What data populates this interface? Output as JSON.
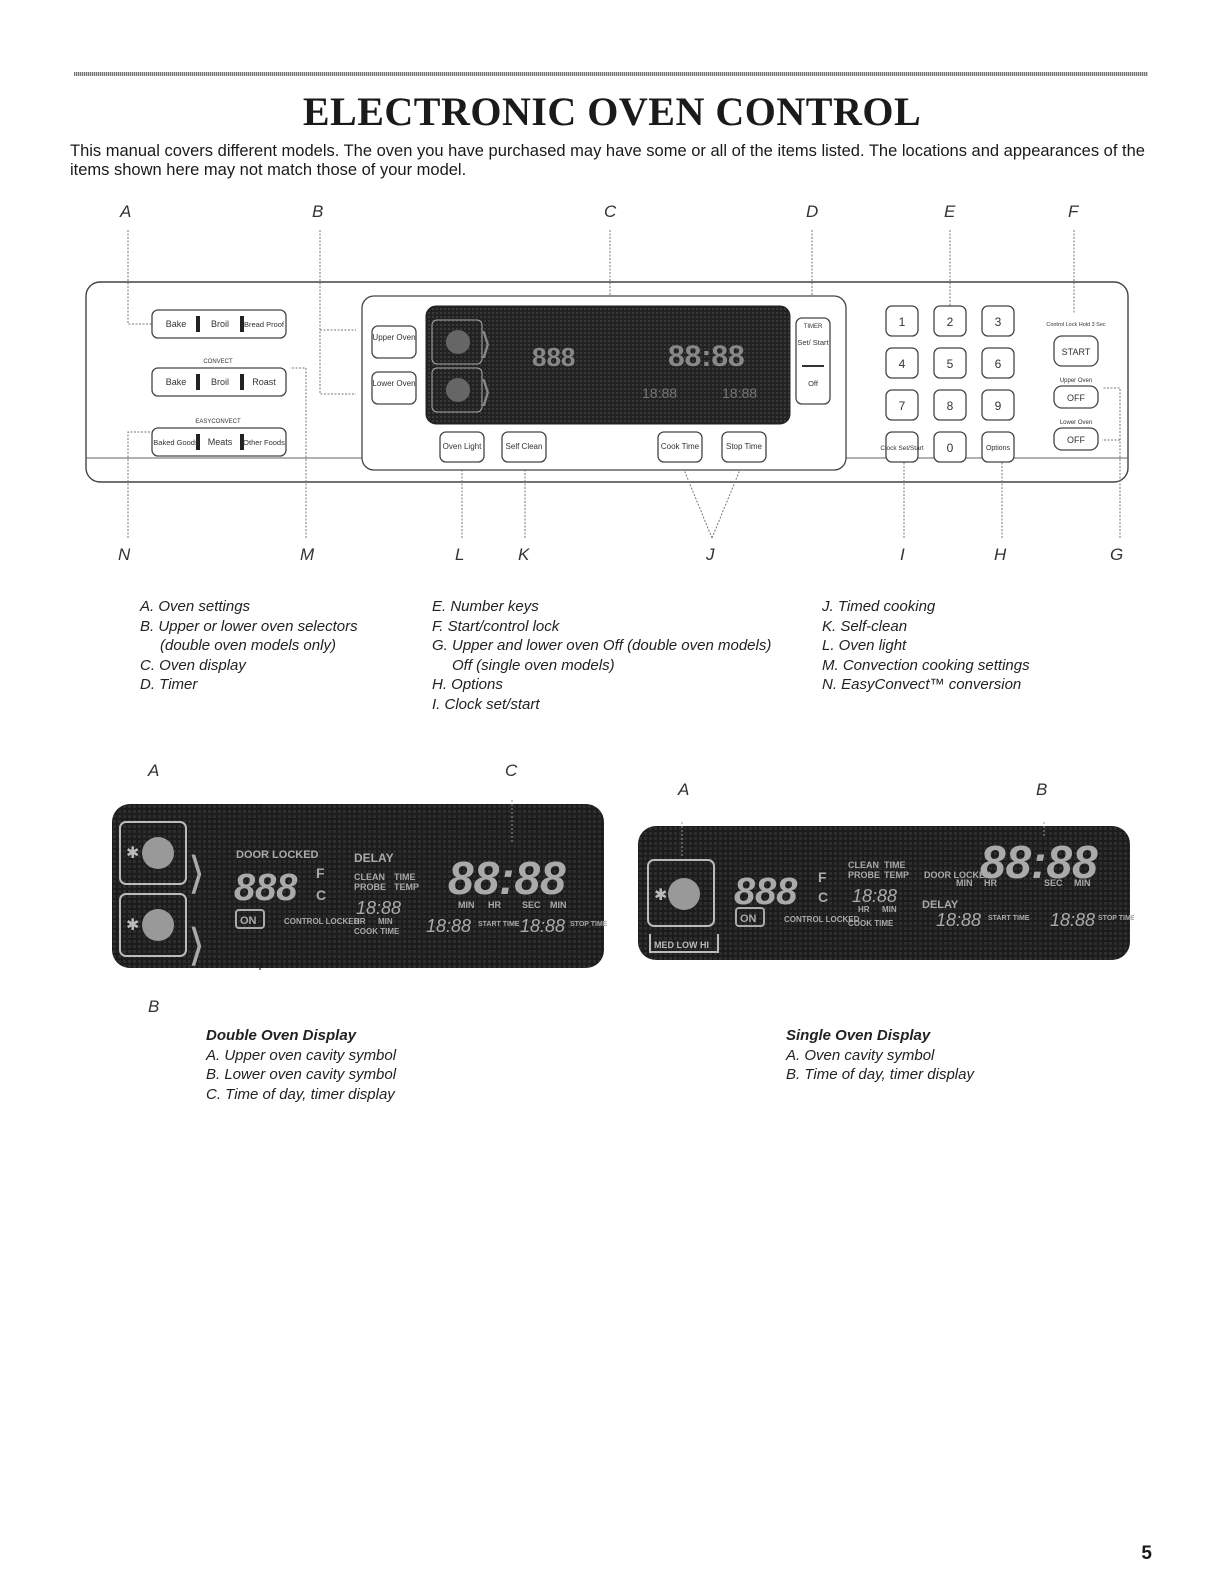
{
  "title": "ELECTRONIC OVEN CONTROL",
  "intro": "This manual covers different models. The oven you have purchased may have some or all of the items listed. The locations and appearances of the items shown here may not match those of your model.",
  "callouts_top": [
    "A",
    "B",
    "C",
    "D",
    "E",
    "F"
  ],
  "callouts_bottom": [
    "N",
    "M",
    "L",
    "K",
    "J",
    "I",
    "H",
    "G"
  ],
  "panel": {
    "row1": [
      "Bake",
      "Broil",
      "Bread Proof"
    ],
    "convect_label": "CONVECT",
    "row2": [
      "Bake",
      "Broil",
      "Roast"
    ],
    "easyconvect_label": "EASYCONVECT",
    "row3": [
      "Baked Goods",
      "Meats",
      "Other Foods"
    ],
    "upper_oven": "Upper Oven",
    "lower_oven": "Lower Oven",
    "oven_light": "Oven Light",
    "self_clean": "Self Clean",
    "cook_time": "Cook Time",
    "stop_time": "Stop Time",
    "timer_label": "TIMER",
    "set_start": "Set/ Start",
    "timer_off": "Off",
    "keys": [
      "1",
      "2",
      "3",
      "4",
      "5",
      "6",
      "7",
      "8",
      "9",
      "0"
    ],
    "clock": "Clock Set/Start",
    "options": "Options",
    "control_lock": "Control Lock Hold 3 Sec",
    "start": "START",
    "upper_oven_small": "Upper Oven",
    "off": "OFF",
    "lower_oven_small": "Lower Oven"
  },
  "legend_col1": [
    "A. Oven settings",
    "B. Upper or lower oven selectors",
    "(double oven models only)",
    "C. Oven display",
    "D. Timer"
  ],
  "legend_col2": [
    "E. Number keys",
    "F. Start/control lock",
    "G. Upper and lower oven Off (double oven models)",
    "Off (single oven models)",
    "H. Options",
    "I. Clock set/start"
  ],
  "legend_col3": [
    "J. Timed cooking",
    "K. Self-clean",
    "L. Oven light",
    "M. Convection cooking settings",
    "N. EasyConvect™ conversion"
  ],
  "display": {
    "door_locked": "DOOR LOCKED",
    "delay": "DELAY",
    "clean": "CLEAN",
    "time": "TIME",
    "probe": "PROBE",
    "temp": "TEMP",
    "big_clock": "88:88",
    "temp_digits": "888",
    "deg_f": "F",
    "deg_c": "C",
    "min": "MIN",
    "hr": "HR",
    "sec": "SEC",
    "small_time": "18:88",
    "on": "ON",
    "control_locked": "CONTROL LOCKED",
    "cook_time": "COOK TIME",
    "start_time": "START TIME",
    "stop_time": "STOP TIME",
    "med_low_hi": "MED LOW HI"
  },
  "double_display_callouts": [
    "A",
    "C",
    "B"
  ],
  "single_display_callouts": [
    "A",
    "B"
  ],
  "double_legend": {
    "title": "Double Oven Display",
    "items": [
      "A. Upper oven cavity symbol",
      "B. Lower oven cavity symbol",
      "C. Time of day, timer display"
    ]
  },
  "single_legend": {
    "title": "Single Oven Display",
    "items": [
      "A. Oven cavity symbol",
      "B. Time of day, timer display"
    ]
  },
  "page_number": "5"
}
